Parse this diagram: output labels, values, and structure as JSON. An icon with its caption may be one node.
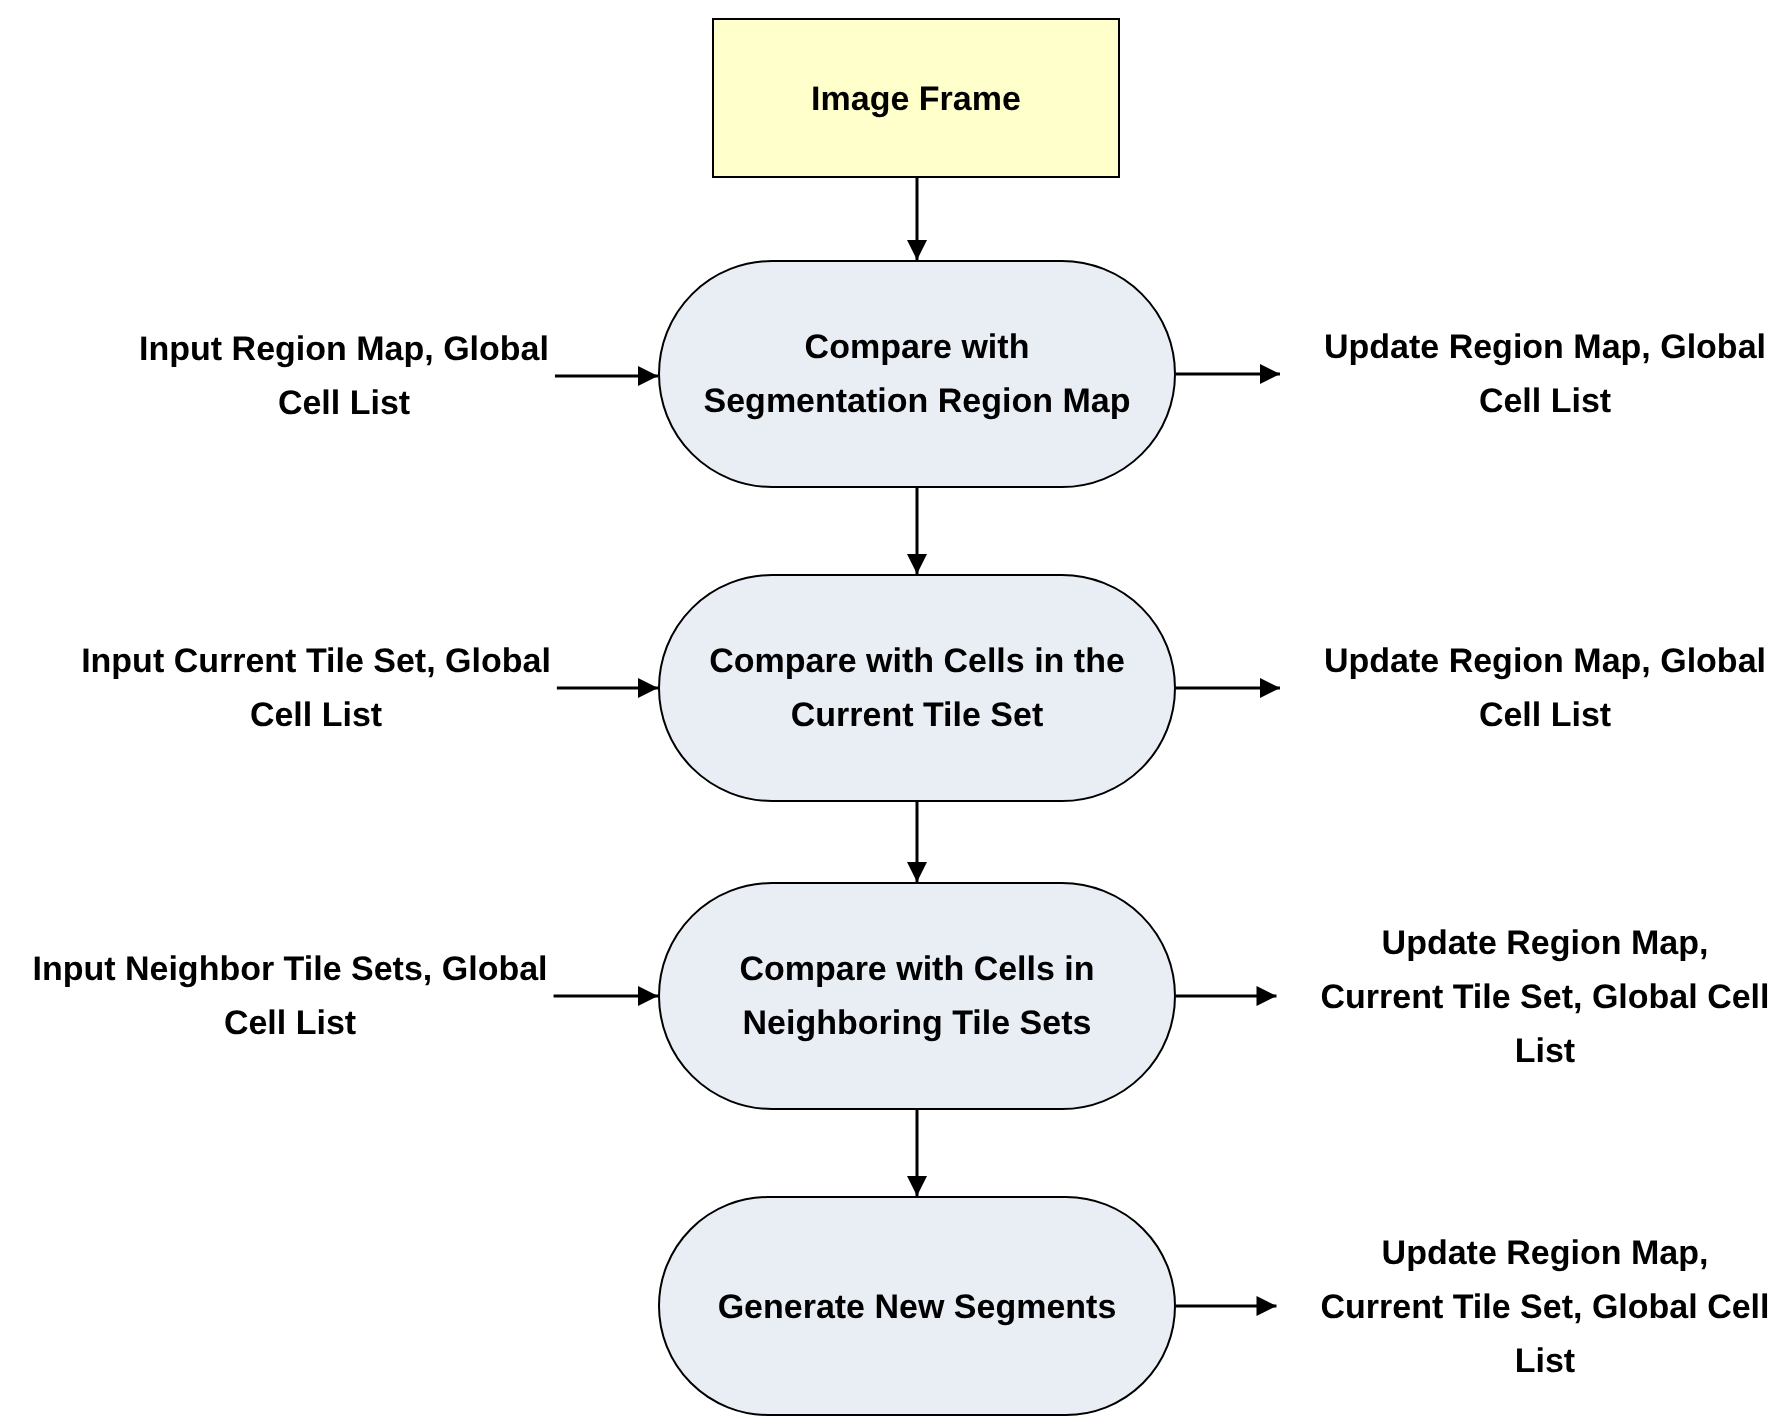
{
  "diagram": {
    "nodes": [
      {
        "text": [
          "Image Frame"
        ]
      },
      {
        "text": [
          "Input Region Map, Global Cell List"
        ]
      },
      {
        "text": [
          "Compare with Segmentation Region Map"
        ]
      },
      {
        "text": [
          "Update Region Map, Global Cell List"
        ]
      },
      {
        "text": [
          "Input Current Tile Set, Global Cell List"
        ]
      },
      {
        "text": [
          "Compare with Cells in the Current Tile Set"
        ]
      },
      {
        "text": [
          "Update Region Map, Global Cell List"
        ]
      },
      {
        "text": [
          "Input Neighbor Tile Sets, Global Cell List"
        ]
      },
      {
        "text": [
          "Compare with Cells in Neighboring Tile Sets"
        ]
      },
      {
        "text": [
          "Update Region Map, Current Tile Set, Global Cell List"
        ]
      },
      {
        "text": [
          "Generate New Segments"
        ]
      },
      {
        "text": [
          "Update Region Map, Current Tile Set, Global Cell List"
        ]
      }
    ],
    "edges": [
      {
        "from": 0,
        "to": 2,
        "arrow": "to"
      },
      {
        "from": 1,
        "to": 2,
        "arrow": "to"
      },
      {
        "from": 2,
        "to": 3,
        "arrow": "to"
      },
      {
        "from": 2,
        "to": 5,
        "arrow": "to"
      },
      {
        "from": 4,
        "to": 5,
        "arrow": "to"
      },
      {
        "from": 5,
        "to": 6,
        "arrow": "to"
      },
      {
        "from": 5,
        "to": 8,
        "arrow": "to"
      },
      {
        "from": 7,
        "to": 8,
        "arrow": "to"
      },
      {
        "from": 8,
        "to": 9,
        "arrow": "to"
      },
      {
        "from": 8,
        "to": 10,
        "arrow": "to"
      },
      {
        "from": 10,
        "to": 11,
        "arrow": "to"
      }
    ]
  }
}
